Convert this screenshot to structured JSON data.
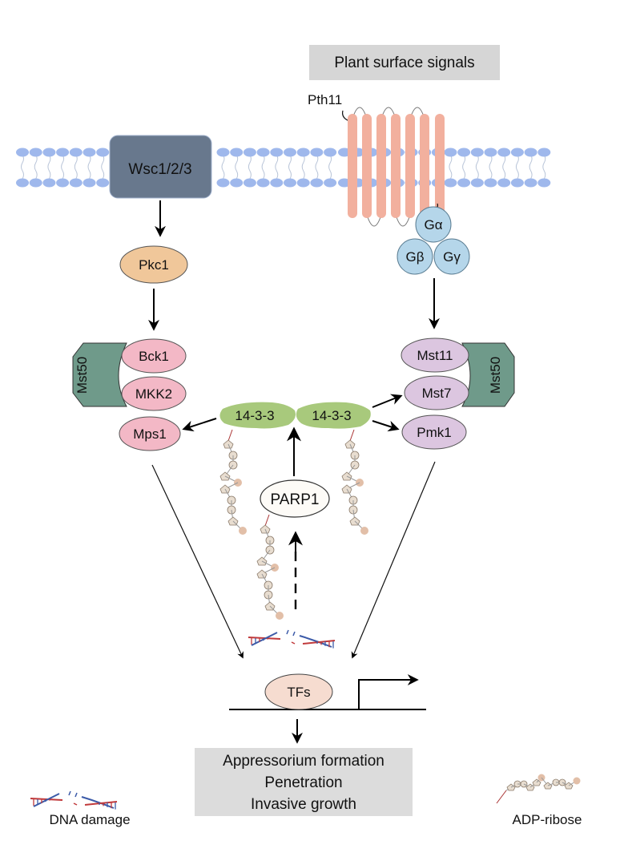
{
  "diagram": {
    "signal_box": "Plant surface signals",
    "receptor_gpcr": "Pth11",
    "receptor_wsc": "Wsc1/2/3",
    "pkc": "Pkc1",
    "g_alpha": "Gα",
    "g_beta": "Gβ",
    "g_gamma": "Gγ",
    "left_scaffold": "Mst50",
    "right_scaffold": "Mst50",
    "left_cascade": [
      "Bck1",
      "MKK2",
      "Mps1"
    ],
    "right_cascade": [
      "Mst11",
      "Mst7",
      "Pmk1"
    ],
    "adaptor_left": "14-3-3",
    "adaptor_right": "14-3-3",
    "parp": "PARP1",
    "tf": "TFs",
    "outcomes": [
      "Appressorium formation",
      "Penetration",
      "Invasive growth"
    ],
    "legend": [
      {
        "label": "DNA damage",
        "icon": "dna-damage-icon"
      },
      {
        "label": "ADP-ribose",
        "icon": "adp-ribose-icon"
      }
    ]
  },
  "colors": {
    "membrane_head": "#9fb8ec",
    "wsc": "#68788d",
    "pth11": "#f2b09e",
    "pkc": "#f0c79a",
    "g_protein": "#b5d6ea",
    "left_kinase": "#f3b8c6",
    "right_kinase": "#dcc6e0",
    "scaffold": "#6f9a8a",
    "adaptor": "#a8c97c",
    "parp": "#fdfbf7",
    "tf": "#f6dcd0",
    "outcome_box": "#dcdcdc",
    "signal_box": "#d6d6d6"
  }
}
